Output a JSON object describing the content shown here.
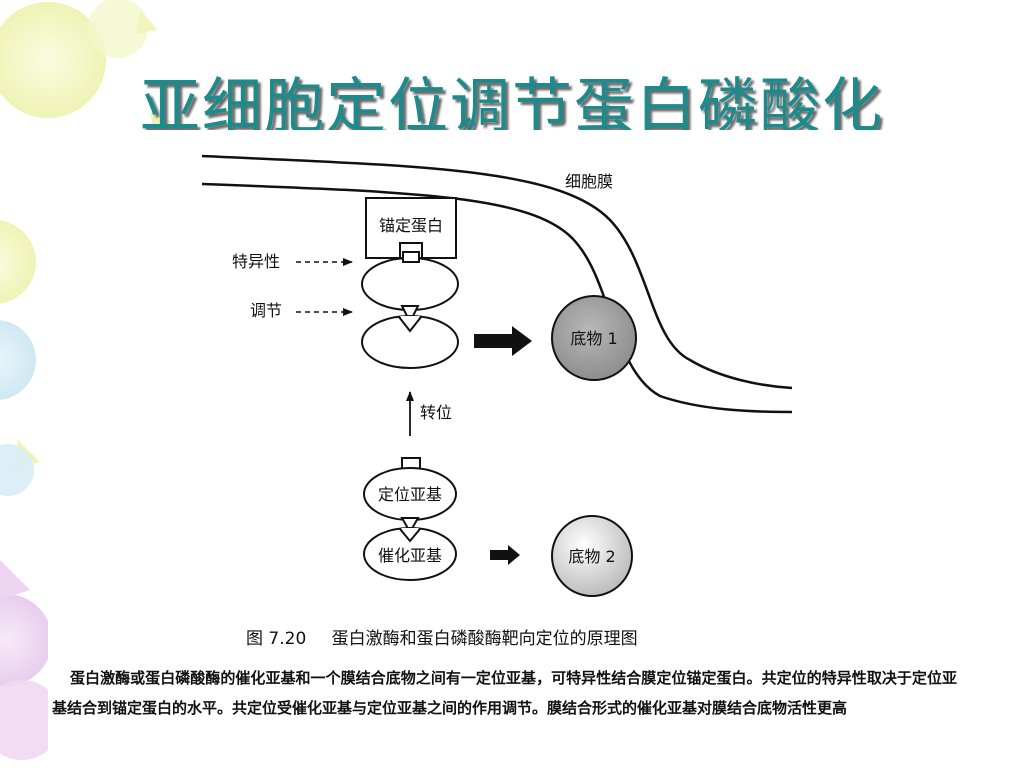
{
  "slide": {
    "title": "亚细胞定位调节蛋白磷酸化"
  },
  "diagram": {
    "membrane_label": "细胞膜",
    "anchor_protein_label": "锚定蛋白",
    "specificity_label": "特异性",
    "regulation_label": "调节",
    "translocation_label": "转位",
    "targeting_subunit_label": "定位亚基",
    "catalytic_subunit_label": "催化亚基",
    "substrate_1_label": "底物 1",
    "substrate_2_label": "底物 2"
  },
  "caption": {
    "figure_number": "图 7.20",
    "figure_title": "蛋白激酶和蛋白磷酸酶靶向定位的原理图"
  },
  "description": "蛋白激酶或蛋白磷酸酶的催化亚基和一个膜结合底物之间有一定位亚基，可特异性结合膜定位锚定蛋白。共定位的特异性取决于定位亚基结合到锚定蛋白的水平。共定位受催化亚基与定位亚基之间的作用调节。膜结合形式的催化亚基对膜结合底物活性更高"
}
